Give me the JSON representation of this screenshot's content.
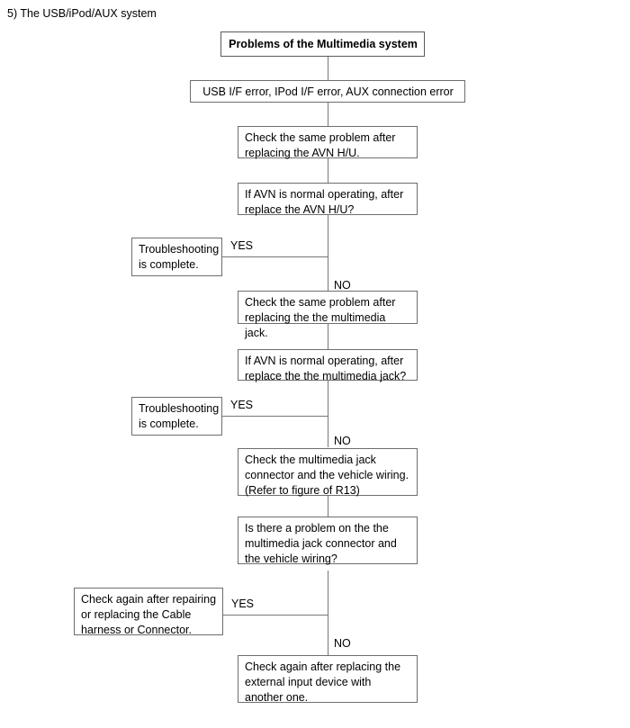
{
  "page": {
    "heading": "5) The USB/iPod/AUX system"
  },
  "flowchart": {
    "type": "flowchart",
    "nodes": [
      {
        "id": "title",
        "kind": "title-box",
        "text": "Problems of the Multimedia system"
      },
      {
        "id": "symptom",
        "kind": "process-box",
        "text": "USB I/F error, IPod I/F error, AUX connection error"
      },
      {
        "id": "check-avn",
        "kind": "process-box",
        "lines": [
          "Check the same problem after",
          "replacing the AVN H/U."
        ]
      },
      {
        "id": "decision-avn",
        "kind": "decision-box",
        "lines": [
          "If AVN is normal operating, after",
          "replace the AVN H/U?"
        ]
      },
      {
        "id": "complete-1",
        "kind": "terminal-box",
        "lines": [
          "Troubleshooting",
          "is complete."
        ]
      },
      {
        "id": "check-jack",
        "kind": "process-box",
        "lines": [
          "Check the same problem after",
          "replacing the the multimedia jack."
        ]
      },
      {
        "id": "decision-jack",
        "kind": "decision-box",
        "lines": [
          "If AVN is normal operating, after",
          "replace the the multimedia jack?"
        ]
      },
      {
        "id": "complete-2",
        "kind": "terminal-box",
        "lines": [
          "Troubleshooting",
          "is complete."
        ]
      },
      {
        "id": "check-connector",
        "kind": "process-box",
        "lines": [
          "Check the multimedia jack",
          "connector and  the vehicle wiring.",
          "(Refer to figure of R13)"
        ]
      },
      {
        "id": "decision-connector",
        "kind": "decision-box",
        "lines": [
          "Is there a problem on the the",
          "multimedia jack connector and",
          "the vehicle wiring?"
        ]
      },
      {
        "id": "repair-harness",
        "kind": "terminal-box",
        "lines": [
          "Check again after repairing",
          "or replacing the Cable",
          "harness or Connector."
        ]
      },
      {
        "id": "replace-device",
        "kind": "process-box",
        "lines": [
          "Check again after replacing the",
          "external input device with",
          "another one."
        ]
      }
    ],
    "branch_labels": {
      "yes_1": "YES",
      "no_1": "NO",
      "yes_2": "YES",
      "no_2": "NO",
      "yes_3": "YES",
      "no_3": "NO"
    },
    "colors": {
      "box_border": "#6e6e6e",
      "connector": "#777777",
      "text": "#000000",
      "background": "#ffffff"
    }
  }
}
